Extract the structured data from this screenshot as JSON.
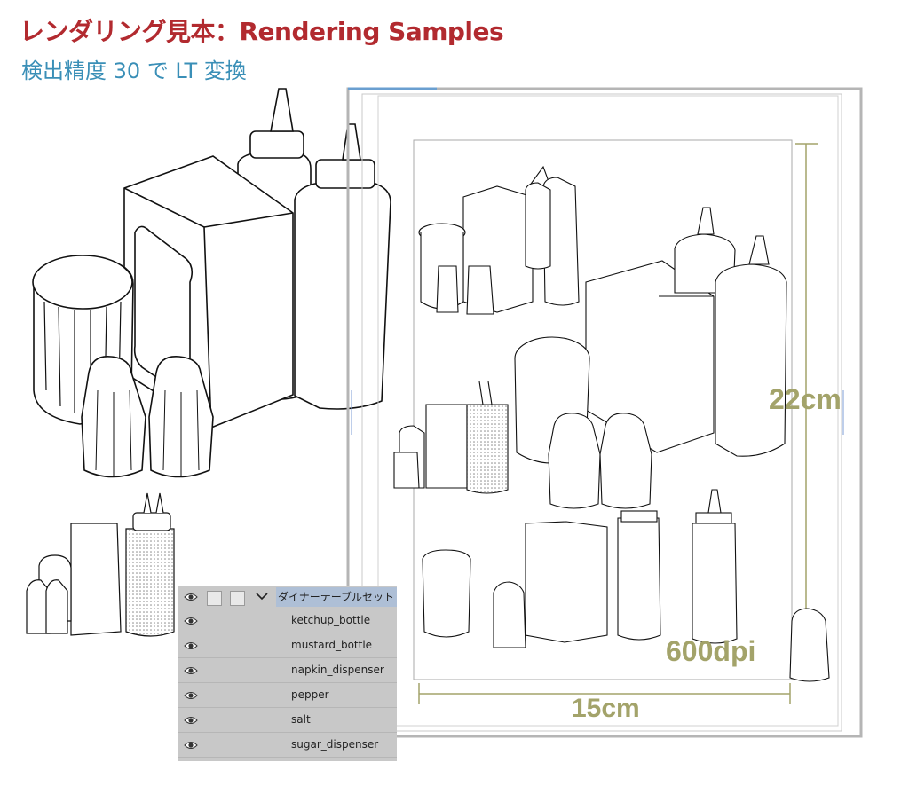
{
  "title": "レンダリング見本：Rendering Samples",
  "subtitle": "検出精度 30 で LT 変換",
  "canvas": {
    "dimension_height": "22cm",
    "dimension_width": "15cm",
    "resolution": "600dpi"
  },
  "layers_panel": {
    "group_name": "ダイナーテーブルセット",
    "layers": [
      {
        "name": "ketchup_bottle"
      },
      {
        "name": "mustard_bottle"
      },
      {
        "name": "napkin_dispenser"
      },
      {
        "name": "pepper"
      },
      {
        "name": "salt"
      },
      {
        "name": "sugar_dispenser"
      }
    ]
  },
  "colors": {
    "title": "#b22a2f",
    "subtitle": "#3a8fb7",
    "dimension": "#a3a36a",
    "selected_layer": "#aebfd6"
  },
  "icons": {
    "visibility": "eye-icon",
    "expand": "chevron-down-icon"
  }
}
